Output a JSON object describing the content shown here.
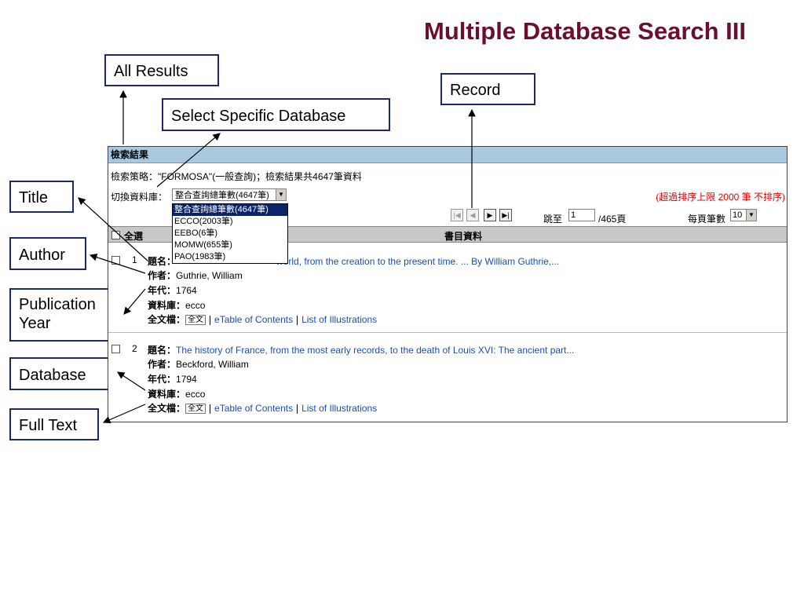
{
  "slide": {
    "title": "Multiple Database Search III",
    "callouts": {
      "all_results": "All Results",
      "select_db": "Select Specific Database",
      "record": "Record",
      "title": "Title",
      "author": "Author",
      "pub_year": "Publication Year",
      "database": "Database",
      "full_text": "Full Text"
    },
    "colors": {
      "title": "#6b0f2f",
      "callout_border": "#1b2a6b",
      "panel_header": "#a8c8e0",
      "link": "#1a4fb5",
      "warning": "#e00000"
    }
  },
  "panel": {
    "header": "檢索結果",
    "strategy": "檢索策略：\"FORMOSA\"(一般查詢)；檢索結果共4647筆資料",
    "switch_label": "切換資料庫：",
    "selected_db": "整合查詢總筆數(4647筆)",
    "db_options": [
      "整合查詢總筆數(4647筆)",
      "ECCO(2003筆)",
      "EEBO(6筆)",
      "MOMW(655筆)",
      "PAO(1983筆)"
    ],
    "limit_note": "(超過排序上限 2000 筆 不排序)",
    "pager": {
      "jump_label": "跳至",
      "page_value": "1",
      "total_pages": "/465頁",
      "per_page_label": "每頁筆數",
      "per_page_value": "10"
    },
    "table_head": {
      "select_all": "全選",
      "bib": "書目資料"
    },
    "records": [
      {
        "num": "1",
        "title_label": "題名：",
        "title": "A new system of modern geography: or, a geographical, historical, and commercial grammar; and present state of the several kingdoms of the world, from the creation to the present time. ... By William Guthrie,...",
        "title_visible": "world, from the creation to the present time. ... By William Guthrie,...",
        "author_label": "作者：",
        "author": "Guthrie, William",
        "year_label": "年代：",
        "year": "1764",
        "db_label": "資料庫：",
        "db": "ecco",
        "ft_label": "全文檔：",
        "ft_icon": "全文",
        "toc": "eTable of Contents",
        "illus": "List of Illustrations"
      },
      {
        "num": "2",
        "title_label": "題名：",
        "title": "The history of France, from the most early records, to the death of Louis XVI: The ancient part...",
        "title_visible": "The history of France, from the most early records, to the death of Louis XVI: The ancient part...",
        "author_label": "作者：",
        "author": "Beckford, William",
        "year_label": "年代：",
        "year": "1794",
        "db_label": "資料庫：",
        "db": "ecco",
        "ft_label": "全文檔：",
        "ft_icon": "全文",
        "toc": "eTable of Contents",
        "illus": "List of Illustrations"
      }
    ]
  }
}
